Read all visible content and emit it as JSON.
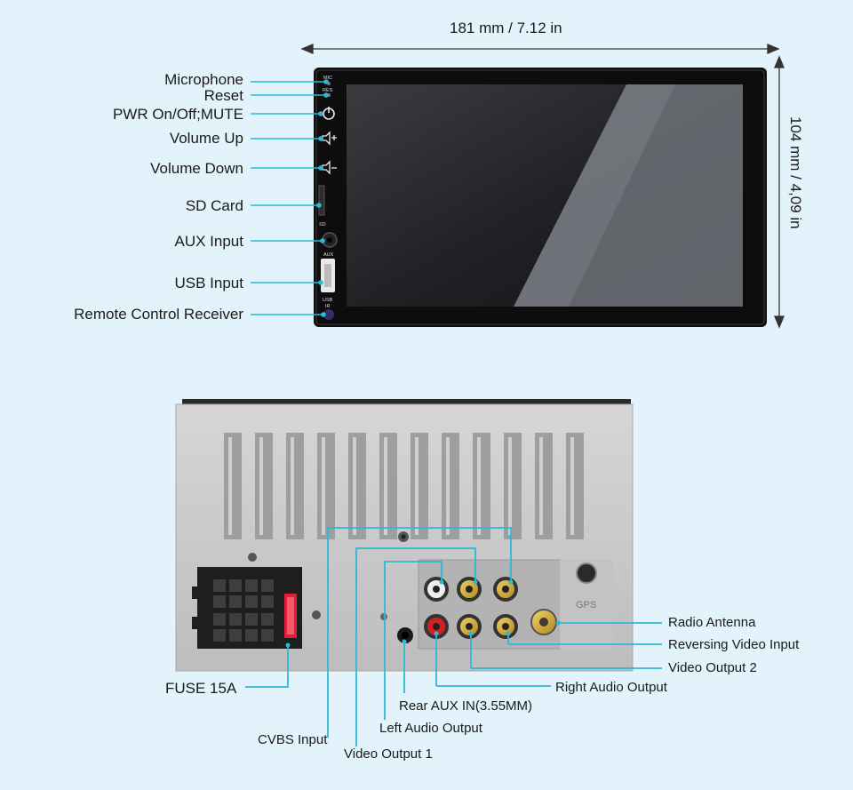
{
  "dimensions": {
    "width": "181 mm / 7.12 in",
    "height": "104 mm / 4,09 in"
  },
  "front_panel": {
    "labels": [
      "Microphone",
      "Reset",
      "PWR On/Off;MUTE",
      "Volume Up",
      "Volume Down",
      "SD Card",
      "AUX Input",
      "USB Input",
      "Remote Control Receiver"
    ],
    "bezel_marks": {
      "mic": "MIC",
      "res": "RES",
      "sd": "SD",
      "aux": "AUX",
      "usb": "USB",
      "ir": "IR"
    }
  },
  "rear_panel": {
    "labels": {
      "radio_antenna": "Radio Antenna",
      "reversing_video": "Reversing Video Input",
      "video_output_2": "Video Output 2",
      "right_audio": "Right Audio Output",
      "rear_aux": "Rear AUX IN(3.55MM)",
      "left_audio": "Left Audio Output",
      "cvbs": "CVBS Input",
      "video_output_1": "Video Output 1",
      "fuse": "FUSE 15A"
    },
    "panel_marks": {
      "gps": "GPS"
    }
  },
  "colors": {
    "background": "#e3f3fc",
    "leader": "#2bbad6",
    "device": "#111111",
    "chassis": "#c9c9c9"
  }
}
